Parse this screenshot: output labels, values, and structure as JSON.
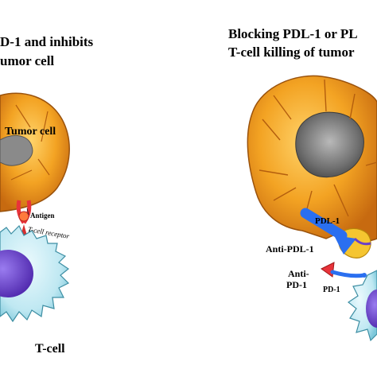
{
  "left_panel": {
    "title_line1": "D-1 and inhibits",
    "title_line2": "umor cell",
    "labels": {
      "tumor_cell": "Tumor cell",
      "antigen": "Antigen",
      "t_cell_receptor": "T-cell receptor",
      "t_cell": "T-cell"
    }
  },
  "right_panel": {
    "title_line1": "Blocking PDL-1 or PL",
    "title_line2": "T-cell killing of tumor",
    "labels": {
      "pdl1": "PDL-1",
      "anti_pdl1": "Anti-PDL-1",
      "anti_pd1_line1": "Anti-",
      "anti_pd1_line2": "PD-1",
      "pd1": "PD-1"
    }
  },
  "colors": {
    "tumor_orange": "#f3a323",
    "tumor_dark": "#c76a10",
    "tcell_cyan": "#bfe8f2",
    "nucleus_purple": "#6a3fc7",
    "receptor_red": "#e8333a",
    "antibody_blue": "#2a6ff0",
    "pdl1_yellow": "#f5c530"
  }
}
